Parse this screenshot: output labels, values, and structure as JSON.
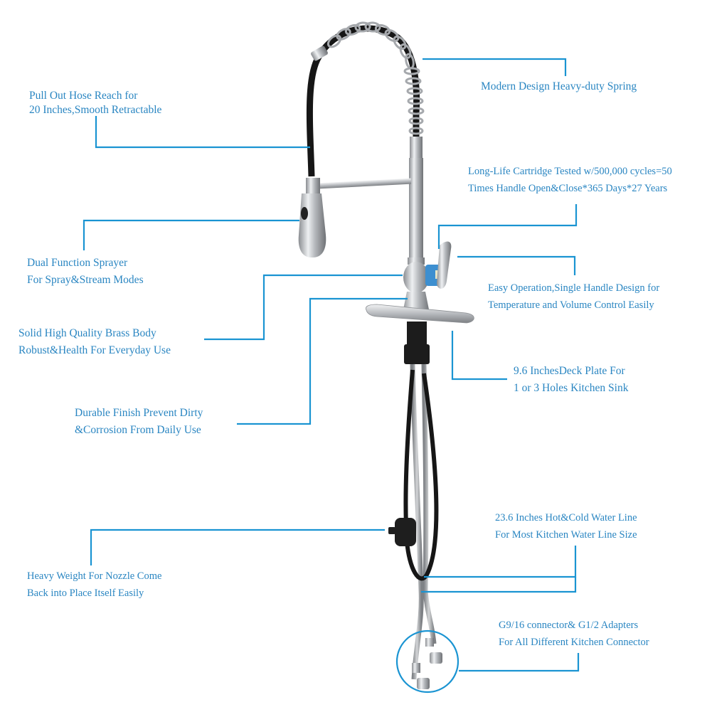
{
  "colors": {
    "callout_line": "#1a94d2",
    "label_text": "#2a86c2",
    "hose_black": "#161616",
    "chrome": "#b9bcc0"
  },
  "callouts": [
    {
      "id": "hose",
      "lines": [
        "Pull Out Hose Reach for",
        "20 Inches,Smooth Retractable"
      ]
    },
    {
      "id": "spring",
      "lines": [
        "Modern Design Heavy-duty Spring"
      ]
    },
    {
      "id": "cartridge",
      "lines": [
        "Long-Life Cartridge Tested w/500,000 cycles=50",
        "Times  Handle Open&Close*365 Days*27 Years"
      ]
    },
    {
      "id": "sprayer",
      "lines": [
        "Dual Function Sprayer",
        "For Spray&Stream Modes"
      ]
    },
    {
      "id": "handle",
      "lines": [
        "Easy Operation,Single Handle Design for",
        "Temperature and Volume Control Easily"
      ]
    },
    {
      "id": "brass",
      "lines": [
        "Solid High Quality Brass Body",
        "Robust&Health For Everyday Use"
      ]
    },
    {
      "id": "deck",
      "lines": [
        "9.6 InchesDeck Plate For",
        "1 or 3 Holes Kitchen Sink"
      ]
    },
    {
      "id": "finish",
      "lines": [
        "Durable Finish Prevent Dirty",
        "&Corrosion From Daily Use"
      ]
    },
    {
      "id": "waterline",
      "lines": [
        "23.6 Inches Hot&Cold Water Line",
        "For Most Kitchen Water Line Size"
      ]
    },
    {
      "id": "weight",
      "lines": [
        "Heavy Weight For Nozzle Come",
        "Back into Place Itself  Easily"
      ]
    },
    {
      "id": "connector",
      "lines": [
        "G9/16 connector& G1/2 Adapters",
        "For All Different Kitchen Connector"
      ]
    }
  ]
}
